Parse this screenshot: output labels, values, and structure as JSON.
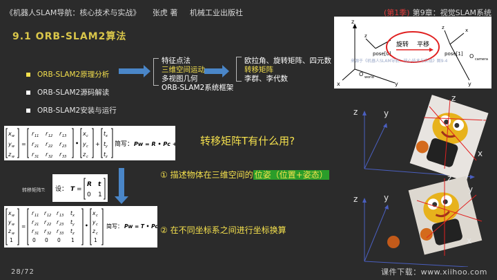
{
  "header": {
    "book": "《机器人SLAM导航：核心技术与实战》",
    "author": "张虎 著",
    "publisher": "机械工业出版社",
    "episode": "(第1季)",
    "chapter": "第9章：视觉SLAM系统"
  },
  "section_title": "9.1 ORB-SLAM2算法",
  "menu": [
    {
      "label": "ORB-SLAM2原理分析",
      "active": true
    },
    {
      "label": "ORB-SLAM2源码解读",
      "active": false
    },
    {
      "label": "ORB-SLAM2安装与运行",
      "active": false
    }
  ],
  "topics": [
    "特征点法",
    "三维空间运动",
    "多视图几何",
    "ORB-SLAM2系统框架"
  ],
  "subtopics": [
    "欧拉角、旋转矩阵、四元数",
    "转移矩阵",
    "李群、李代数"
  ],
  "diagram": {
    "rotate_label": "旋转",
    "translate_label": "平移",
    "pose0": "pose[0]",
    "pose1": "pose[1]",
    "world_label": "O",
    "world_sub": "world",
    "camera_label": "O",
    "camera_sub": "camera",
    "watermark": "来源于《机器人SLAM导航：核心技术与实战》图9-4",
    "axis_x": "x",
    "axis_y": "y",
    "axis_z": "z"
  },
  "equations": {
    "eq1_short": "简写：",
    "eq1_formula": "Pw = R • Pc + t",
    "transfer_label": "转移矩阵T:",
    "set_label": "设：",
    "T_symbol": "T",
    "eq2_short": "简写：",
    "eq2_formula": "Pw = T • Pc"
  },
  "question": "转移矩阵T有什么用?",
  "point1_prefix": "① 描述物体在三维空间的",
  "point1_highlight": "位姿（位置+姿态）",
  "point2": "② 在不同坐标系之间进行坐标换算",
  "axes_labels": {
    "z": "z",
    "y": "y",
    "x": "x"
  },
  "footer": {
    "page": "28/72",
    "download": "课件下载：www.xiihoo.com"
  }
}
